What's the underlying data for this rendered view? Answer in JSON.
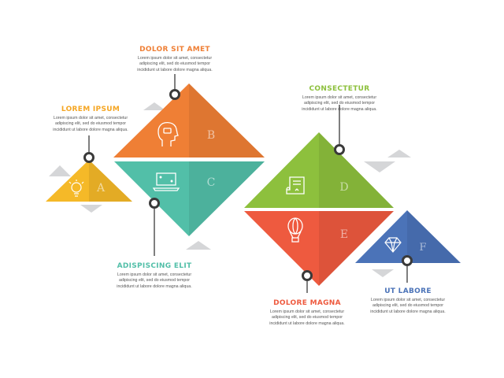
{
  "colors": {
    "yellow": "#f5b928",
    "orange": "#ef7f35",
    "teal": "#52bfa8",
    "green": "#8dc03d",
    "red": "#ee5a3f",
    "blue": "#4b73b8",
    "gray": "#d5d6d8",
    "connector": "#3a3a3a"
  },
  "shapes": [
    {
      "letter": "A",
      "icon": "lightbulb-icon",
      "color": "#f5b928"
    },
    {
      "letter": "B",
      "icon": "head-chat-icon",
      "color": "#ef7f35"
    },
    {
      "letter": "C",
      "icon": "laptop-icon",
      "color": "#52bfa8"
    },
    {
      "letter": "D",
      "icon": "certificate-icon",
      "color": "#8dc03d"
    },
    {
      "letter": "E",
      "icon": "hot-air-balloon-icon",
      "color": "#ee5a3f"
    },
    {
      "letter": "F",
      "icon": "diamond-icon",
      "color": "#4b73b8"
    }
  ],
  "labels": [
    {
      "title": "LOREM IPSUM",
      "color": "#f5a623",
      "body": "Lorem ipsum dolor sit amet, consectetur adipiscing elit, sed do eiusmod tempor incididunt ut labore dolore magna aliqua."
    },
    {
      "title": "DOLOR SIT AMET",
      "color": "#ef7f35",
      "body": "Lorem ipsum dolor sit amet, consectetur adipiscing elit, sed do eiusmod tempor incididunt ut labore dolore magna aliqua."
    },
    {
      "title": "ADISPISCING ELIT",
      "color": "#52bfa8",
      "body": "Lorem ipsum dolor sit amet, consectetur adipiscing elit, sed do eiusmod tempor incididunt ut labore dolore magna aliqua."
    },
    {
      "title": "CONSECTETUR",
      "color": "#8dc03d",
      "body": "Lorem ipsum dolor sit amet, consectetur adipiscing elit, sed do eiusmod tempor incididunt ut labore dolore magna aliqua."
    },
    {
      "title": "DOLORE MAGNA",
      "color": "#ee5a3f",
      "body": "Lorem ipsum dolor sit amet, consectetur adipiscing elit, sed do eiusmod tempor incididunt ut labore dolore magna aliqua."
    },
    {
      "title": "UT LABORE",
      "color": "#4b73b8",
      "body": "Lorem ipsum dolor sit amet, consectetur adipiscing elit, sed do eiusmod tempor incididunt ut labore dolore magna aliqua."
    }
  ]
}
